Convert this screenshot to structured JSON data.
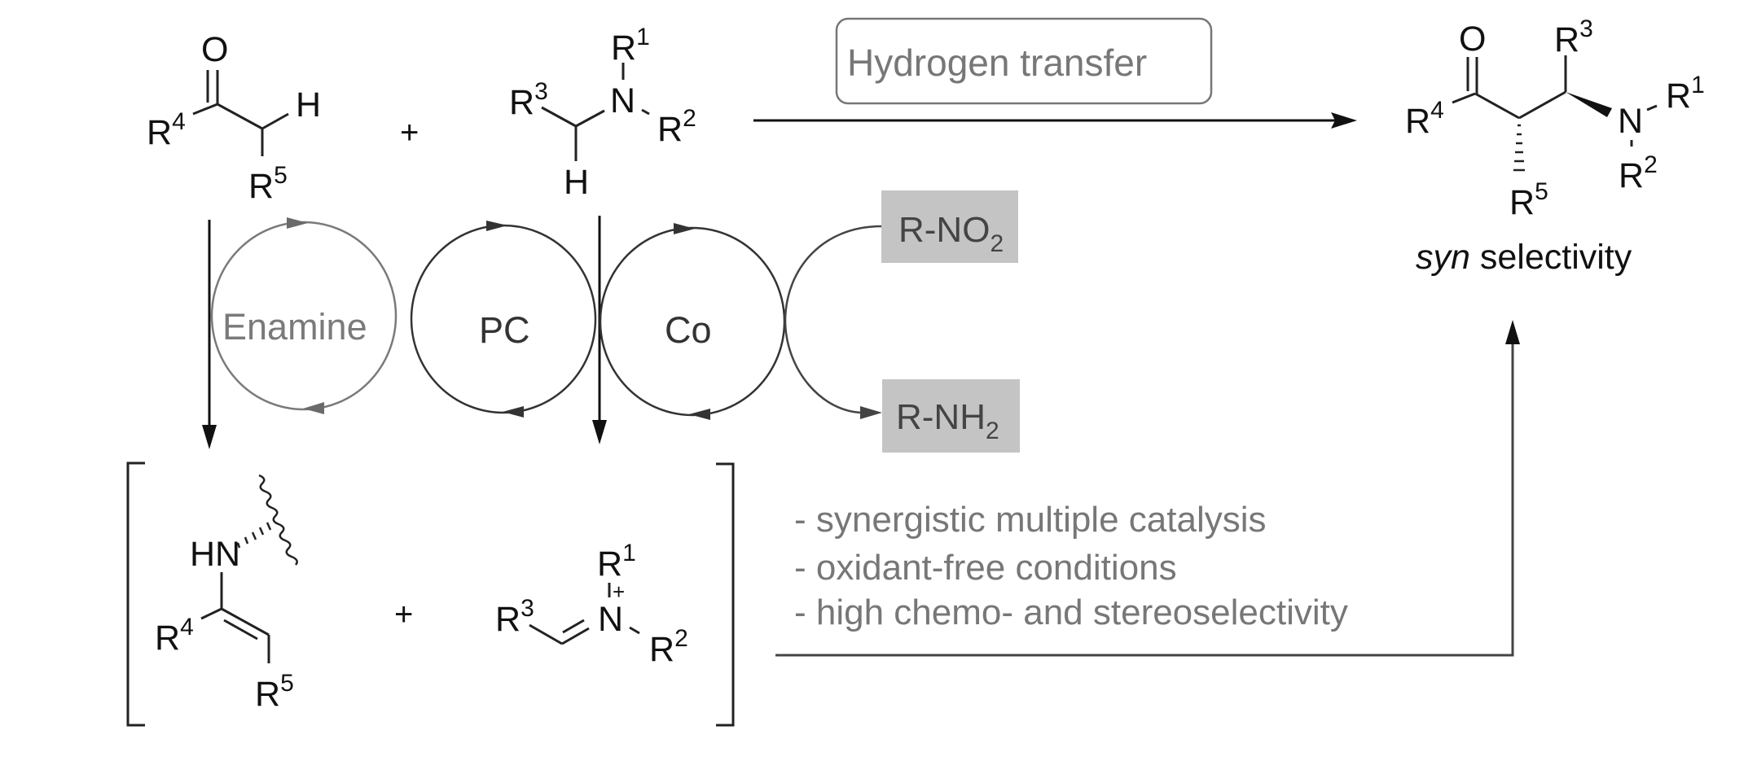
{
  "figure": {
    "type": "reaction-scheme",
    "reactants": {
      "ketone": {
        "atoms": {
          "oxygen": "O",
          "hydrogen": "H"
        },
        "substituents": [
          {
            "base": "R",
            "sup": "4"
          },
          {
            "base": "R",
            "sup": "5"
          }
        ]
      },
      "plus": "+",
      "amine": {
        "atoms": {
          "nitrogen": "N",
          "hydrogen": "H"
        },
        "substituents": [
          {
            "base": "R",
            "sup": "1"
          },
          {
            "base": "R",
            "sup": "2"
          },
          {
            "base": "R",
            "sup": "3"
          }
        ]
      }
    },
    "main_arrow": {
      "label": "Hydrogen transfer"
    },
    "product": {
      "atoms": {
        "oxygen": "O",
        "nitrogen": "N"
      },
      "substituents": [
        {
          "base": "R",
          "sup": "1"
        },
        {
          "base": "R",
          "sup": "2"
        },
        {
          "base": "R",
          "sup": "3"
        },
        {
          "base": "R",
          "sup": "4"
        },
        {
          "base": "R",
          "sup": "5"
        }
      ],
      "caption_italic": "syn",
      "caption_rest": " selectivity"
    },
    "cycles": [
      {
        "label": "Enamine",
        "color": "#7a7a7a"
      },
      {
        "label": "PC",
        "color": "#333333"
      },
      {
        "label": "Co",
        "color": "#333333"
      }
    ],
    "reductant_boxes": {
      "input": {
        "base": "R-NO",
        "sub": "2"
      },
      "output": {
        "base": "R-NH",
        "sub": "2"
      },
      "fill": "#c4c4c4"
    },
    "intermediates": {
      "enamine": {
        "atoms": {
          "amine": "HN"
        },
        "substituents": [
          {
            "base": "R",
            "sup": "4"
          },
          {
            "base": "R",
            "sup": "5"
          }
        ]
      },
      "plus": "+",
      "iminium": {
        "atoms": {
          "nitrogen": "N",
          "charge": "+"
        },
        "substituents": [
          {
            "base": "R",
            "sup": "1"
          },
          {
            "base": "R",
            "sup": "2"
          },
          {
            "base": "R",
            "sup": "3"
          }
        ]
      }
    },
    "features": [
      "- synergistic multiple catalysis",
      "- oxidant-free conditions",
      "- high chemo- and stereoselectivity"
    ]
  }
}
